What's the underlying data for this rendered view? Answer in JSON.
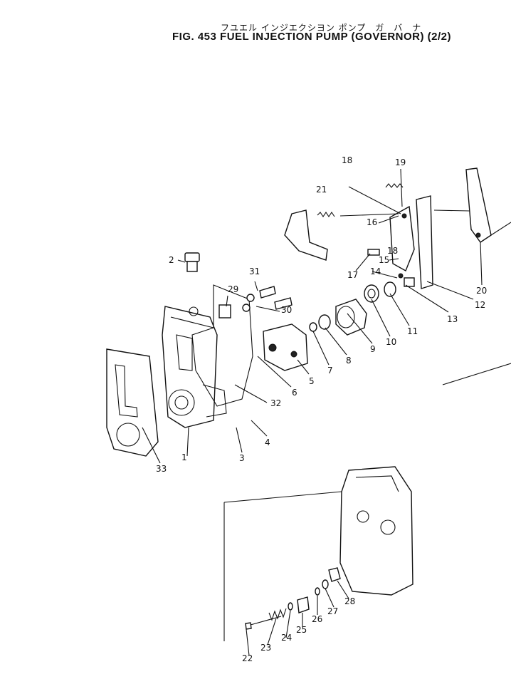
{
  "header": {
    "title_ja": "フユエル インジエクシヨン ポンプ　ガ　バ　ナ",
    "title_en": "FIG. 453  FUEL  INJECTION  PUMP  (GOVERNOR)  (2/2)"
  },
  "callouts": [
    "1",
    "2",
    "3",
    "4",
    "5",
    "6",
    "7",
    "8",
    "9",
    "10",
    "11",
    "12",
    "13",
    "14",
    "15",
    "16",
    "17",
    "18",
    "19",
    "20",
    "21",
    "22",
    "23",
    "24",
    "25",
    "26",
    "27",
    "28",
    "29",
    "30",
    "31",
    "32",
    "33"
  ]
}
